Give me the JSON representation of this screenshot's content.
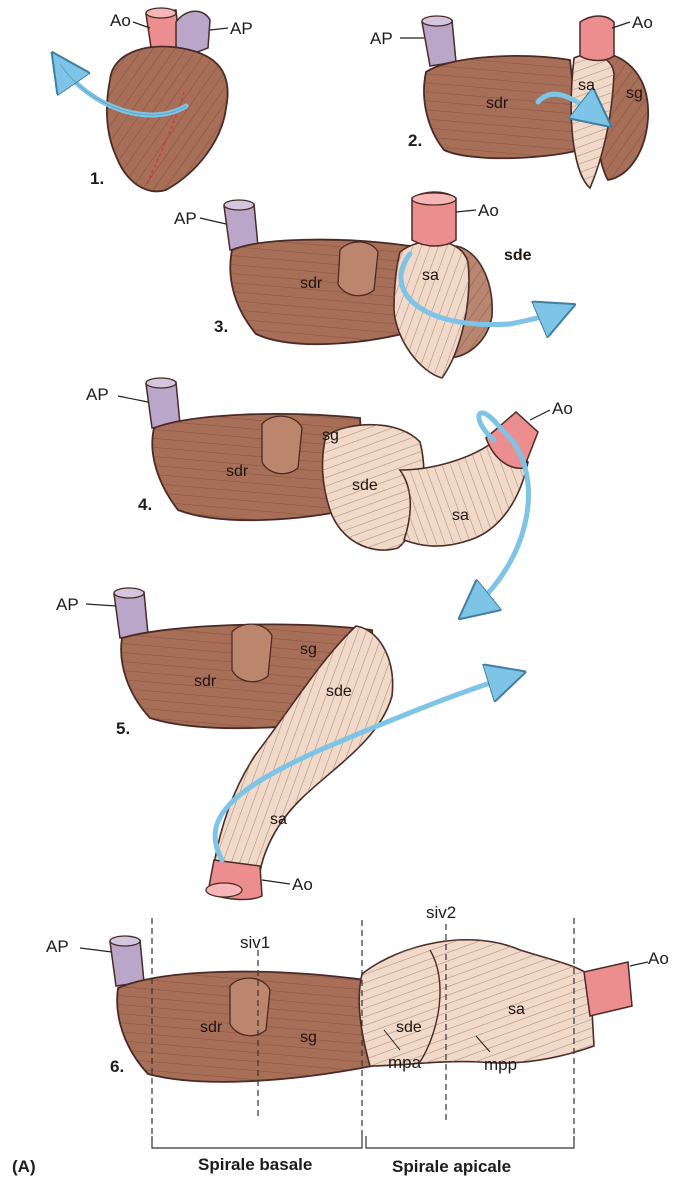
{
  "figure_label": "(A)",
  "steps": [
    {
      "number": "1.",
      "labels": {
        "ao": "Ao",
        "ap": "AP"
      }
    },
    {
      "number": "2.",
      "labels": {
        "ap": "AP",
        "ao": "Ao",
        "sdr": "sdr",
        "sa": "sa",
        "sg": "sg"
      }
    },
    {
      "number": "3.",
      "labels": {
        "ap": "AP",
        "ao": "Ao",
        "sdr": "sdr",
        "sa": "sa",
        "sde": "sde"
      }
    },
    {
      "number": "4.",
      "labels": {
        "ap": "AP",
        "ao": "Ao",
        "sg": "sg",
        "sdr": "sdr",
        "sde": "sde",
        "sa": "sa"
      }
    },
    {
      "number": "5.",
      "labels": {
        "ap": "AP",
        "sg": "sg",
        "sdr": "sdr",
        "sde": "sde",
        "sa": "sa",
        "ao": "Ao"
      }
    },
    {
      "number": "6.",
      "labels": {
        "ap": "AP",
        "siv1": "siv1",
        "siv2": "siv2",
        "ao": "Ao",
        "sdr": "sdr",
        "sg": "sg",
        "sde": "sde",
        "sa": "sa",
        "mpa": "mpa",
        "mpp": "mpp"
      }
    }
  ],
  "spirals": {
    "basal": "Spirale basale",
    "apical": "Spirale apicale"
  },
  "colors": {
    "muscle": "#a86f58",
    "muscle_dark": "#6d4030",
    "muscle_light": "#f0d9c8",
    "aorta": "#ec8e90",
    "pulmonary_artery": "#b9a6c9",
    "arrow": "#7ec4e6"
  }
}
